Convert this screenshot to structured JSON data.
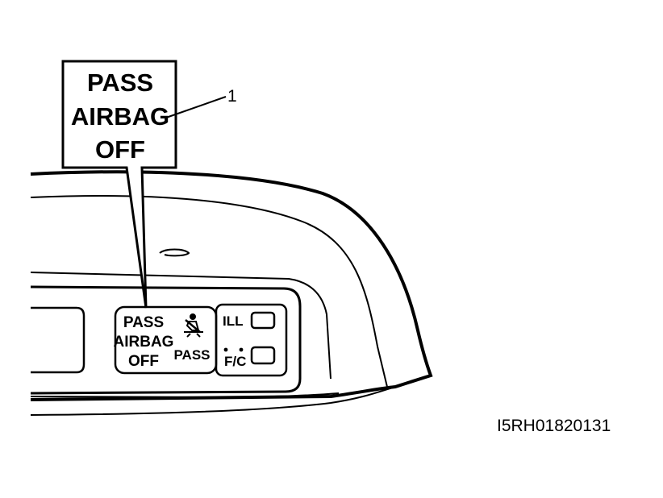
{
  "callout": {
    "lines": [
      "PASS",
      "AIRBAG",
      "OFF"
    ],
    "leader_number": "1"
  },
  "indicator": {
    "text_lines": [
      "PASS",
      "AIRBAG",
      "OFF"
    ],
    "icon_label": "PASS",
    "icon_name": "seatbelt-person-icon"
  },
  "switches": {
    "ill_label": "ILL",
    "fc_label": "F/C"
  },
  "figure_code": "I5RH01820131"
}
